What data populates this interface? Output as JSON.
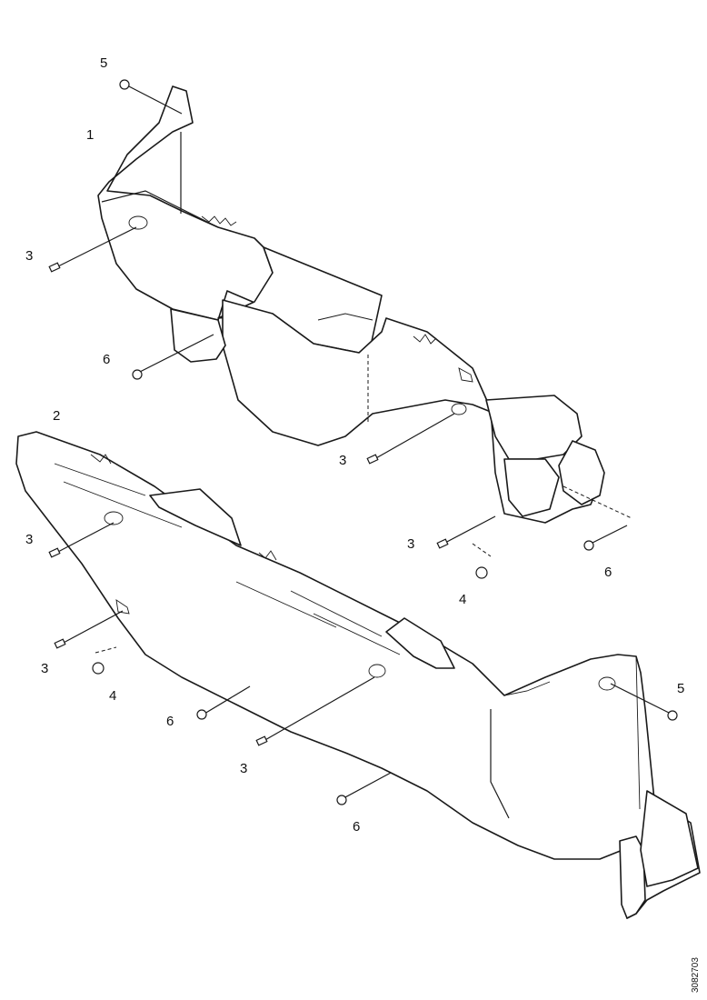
{
  "diagram": {
    "callouts": {
      "c1": "1",
      "c2": "2",
      "c3a": "3",
      "c3b": "3",
      "c3c": "3",
      "c3d": "3",
      "c3e": "3",
      "c3f": "3",
      "c4a": "4",
      "c4b": "4",
      "c5a": "5",
      "c5b": "5",
      "c6a": "6",
      "c6b": "6",
      "c6c": "6",
      "c6d": "6"
    },
    "reference_number": "3082703"
  }
}
